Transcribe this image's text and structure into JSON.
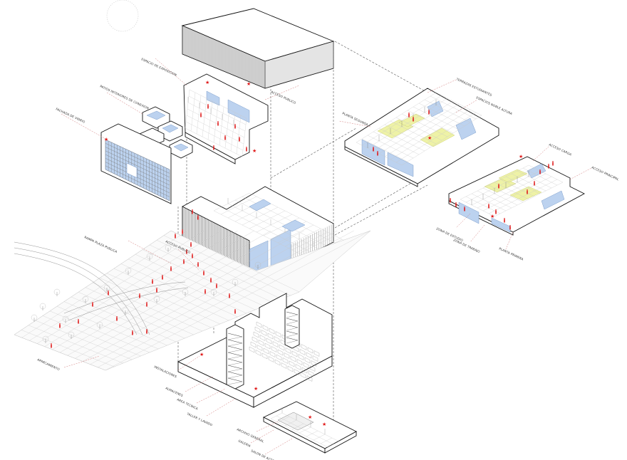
{
  "labels": {
    "l01": "ESPACIO DE EXPOSICION",
    "l02": "PATIOS INTERIORES DE CONEXION",
    "l03": "FACHADA DE VIDRIO",
    "l04": "ACCESO PUBLICO",
    "l05": "TERRAZAS ESTUDIANTES",
    "l06": "ESPACIOS NOBLE ALTURA",
    "l07": "PLANTA SEGUNDA",
    "l08": "ACCESO CARGA",
    "l09": "ACCESO PRINCIPAL",
    "l10": "ZONA DE ESTUDIO",
    "l11": "ZONA DE TRABAJO",
    "l12": "PLANTA PRIMERA",
    "l13": "RAMPA PLAZA PUBLICA",
    "l14": "ACCESO PUBLICO",
    "l15": "INSTALACIONES",
    "l16": "ALMACENES",
    "l17": "AREA TECNICA",
    "l18": "TALLER Y LAVADO",
    "l19": "ARCHIVO GENERAL",
    "l20": "GALERIA",
    "l21": "SALON DE ACTOS",
    "l22": "APARCAMIENTO"
  },
  "colors": {
    "accent": "#e01b1b",
    "glass": "#bcd2ef",
    "highlight": "#eef2a6",
    "line": "#111111"
  },
  "icons": [
    "compass-icon",
    "person-figure-icon",
    "tree-icon",
    "star-marker-icon"
  ]
}
